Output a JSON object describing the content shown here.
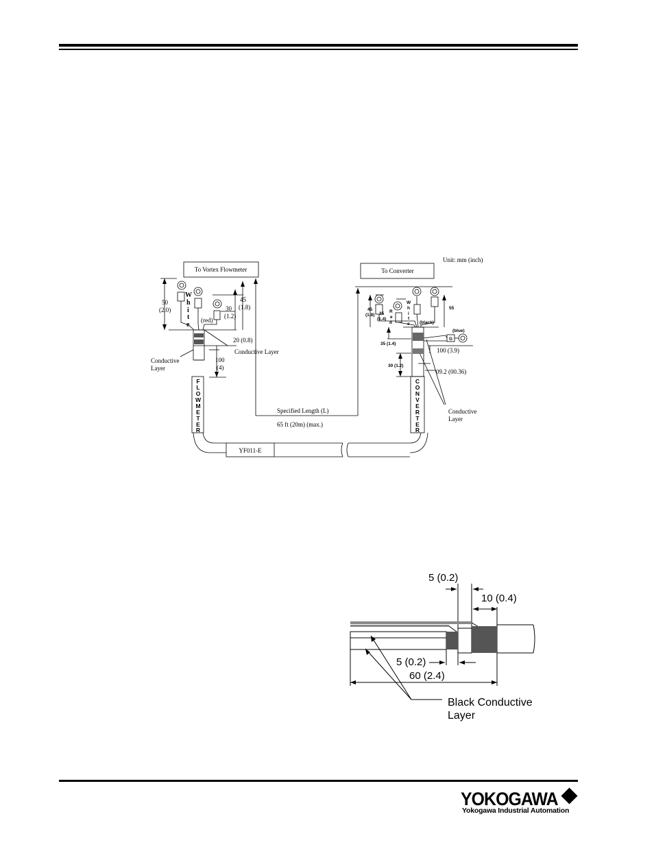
{
  "figure1": {
    "to_flowmeter": "To Vortex Flowmeter",
    "to_converter": "To Converter",
    "unit": "Unit: mm (inch)",
    "dim_50": "50",
    "dim_50_in": "(2.0)",
    "dim_45": "45",
    "dim_45_in": "(1.8)",
    "dim_30": "30",
    "dim_30_in": "(1.2)",
    "white_letters": [
      "W",
      "h",
      "i",
      "t",
      "e"
    ],
    "red_label": "(red)",
    "dim_20": "20 (0.8)",
    "conductive_layer_top": "Conductive Layer",
    "conductive_left_1": "Conductive",
    "conductive_left_2": "Layer",
    "dim_100": "100",
    "dim_100_in": "(4)",
    "flowmeter_letters": [
      "F",
      "L",
      "O",
      "W",
      "M",
      "E",
      "T",
      "E",
      "R"
    ],
    "converter_letters": [
      "C",
      "O",
      "N",
      "V",
      "E",
      "R",
      "T",
      "E",
      "R"
    ],
    "specified_length": "Specified Length (L)",
    "max_length": "65 ft (20m) (max.)",
    "model": "YF011-E",
    "c_dim_45": "45",
    "c_dim_45_in": "(1.8)",
    "c_dim_35": "35",
    "c_dim_35_in": "(1.4)",
    "red_letters": [
      "R",
      "e",
      "d"
    ],
    "c_white_letters": [
      "W",
      "h",
      "i",
      "t",
      "e"
    ],
    "black_label": "(black)",
    "c_dim_55": "55",
    "blue_label": "(blue)",
    "g_label": "G",
    "c_dim_35b": "35 (1.4)",
    "c_dim_100": "100 (3.9)",
    "c_dim_30": "30 (1.2)",
    "c_dim_dia": "09.2 (00.36)",
    "conductive_right_1": "Conductive",
    "conductive_right_2": "Layer"
  },
  "figure2": {
    "dim_5_top": "5 (0.2)",
    "dim_10": "10 (0.4)",
    "dim_5_bottom": "5 (0.2)",
    "dim_60": "60 (2.4)",
    "black_conductive_1": "Black Conductive",
    "black_conductive_2": "Layer"
  },
  "footer": {
    "brand": "YOKOGAWA",
    "subtitle": "Yokogawa Industrial Automation"
  }
}
